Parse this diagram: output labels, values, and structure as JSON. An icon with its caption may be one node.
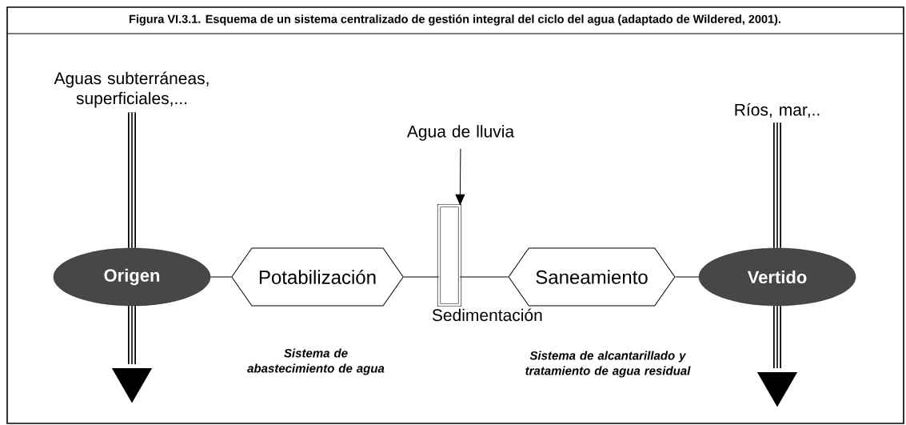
{
  "diagram": {
    "title": "Figura VI.3.1. Esquema de un sistema centralizado de gestión integral del ciclo del agua (adaptado de Wildered, 2001).",
    "nodes": [
      {
        "text": [
          "Aguas subterráneas, superficiales,..."
        ]
      },
      {
        "text": [
          "Origen"
        ]
      },
      {
        "text": [
          "Potabilización"
        ]
      },
      {
        "text": [
          "Sedimentación"
        ]
      },
      {
        "text": [
          "Agua de lluvia"
        ]
      },
      {
        "text": [
          "Saneamiento"
        ]
      },
      {
        "text": [
          "Vertido"
        ]
      },
      {
        "text": [
          "Ríos, mar,.."
        ]
      }
    ],
    "edges": [
      {
        "from": 0,
        "to": 1,
        "arrow": "none",
        "style": "thick"
      },
      {
        "from": 1,
        "to": null,
        "arrow": "to",
        "style": "thick"
      },
      {
        "from": 4,
        "to": 3,
        "arrow": "to"
      },
      {
        "from": 1,
        "to": 2,
        "arrow": "none"
      },
      {
        "from": 2,
        "to": 3,
        "arrow": "none"
      },
      {
        "from": 3,
        "to": 5,
        "arrow": "none"
      },
      {
        "from": 5,
        "to": 6,
        "arrow": "none"
      },
      {
        "from": 7,
        "to": 6,
        "arrow": "none",
        "style": "thick"
      },
      {
        "from": 6,
        "to": null,
        "arrow": "to",
        "style": "thick"
      }
    ],
    "labels": [
      "Sistema de abastecimiento de agua",
      "Sistema de alcantarillado y tratamiento de agua residual"
    ]
  }
}
